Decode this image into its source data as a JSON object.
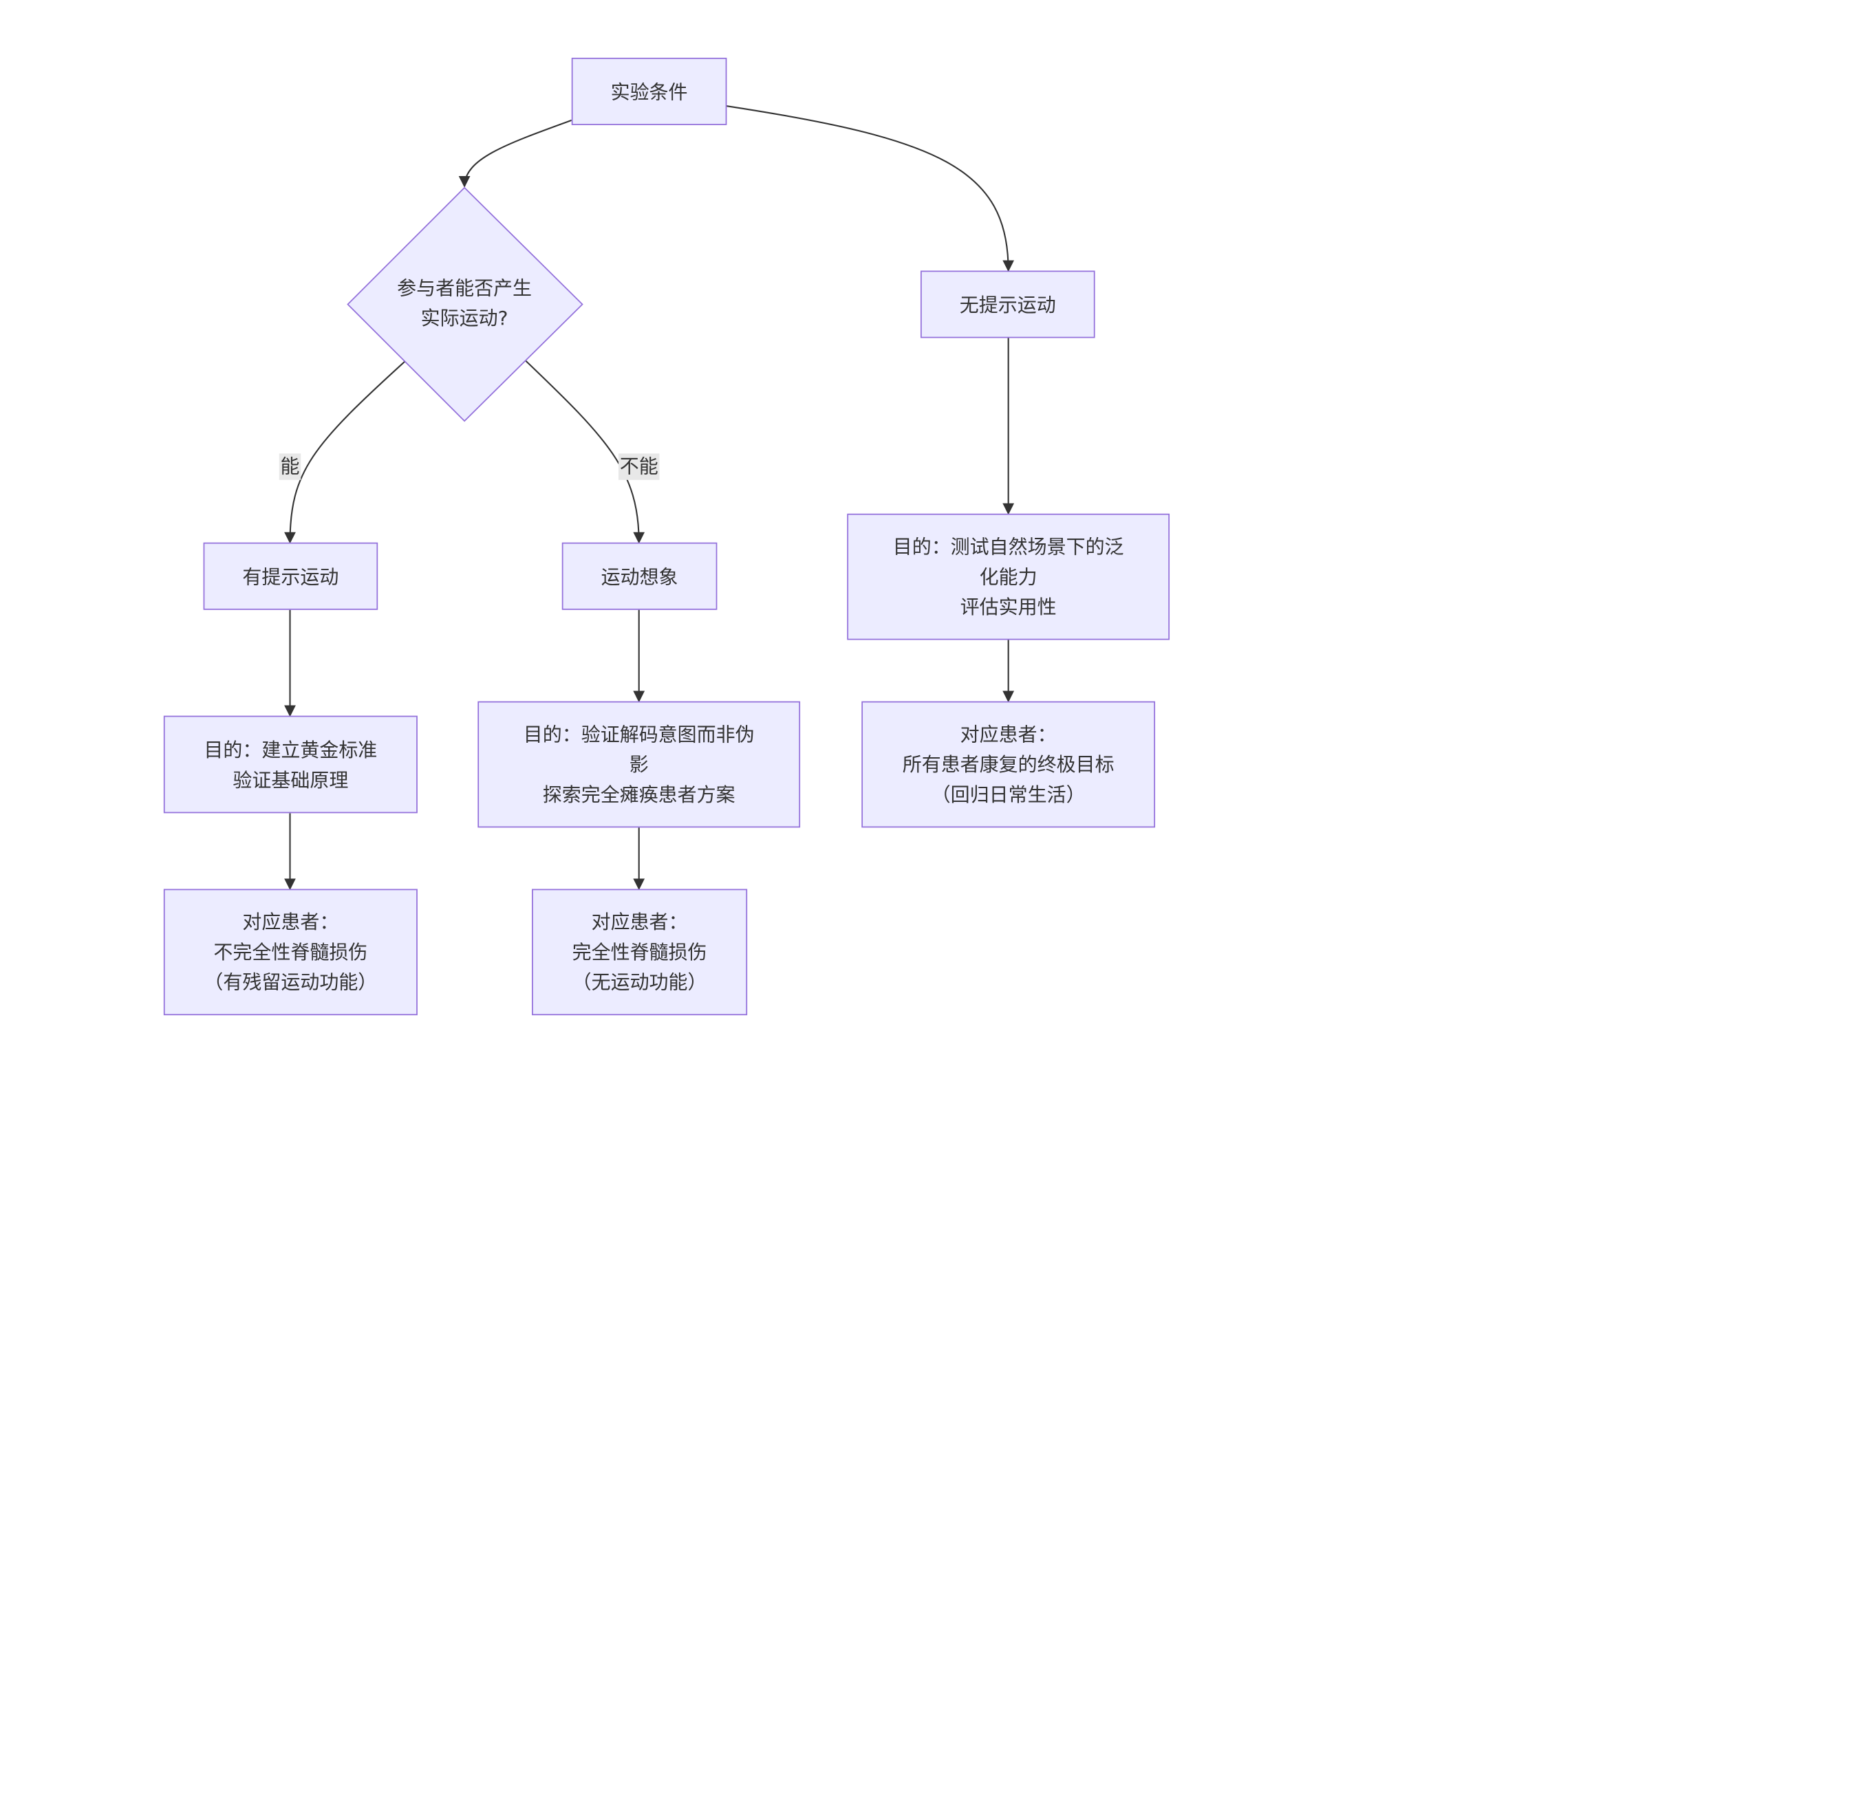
{
  "nodes": {
    "experiment_conditions": "实验条件",
    "decision": "参与者能否产生\n实际运动?",
    "no_cue": "无提示运动",
    "cued": "有提示运动",
    "imagery": "运动想象",
    "cued_purpose": "目的：建立黄金标准\n验证基础原理",
    "imagery_purpose": "目的：验证解码意图而非伪\n影\n探索完全瘫痪患者方案",
    "no_cue_purpose": "目的：测试自然场景下的泛\n化能力\n评估实用性",
    "cued_patients": "对应患者：\n不完全性脊髓损伤\n（有残留运动功能）",
    "imagery_patients": "对应患者：\n完全性脊髓损伤\n（无运动功能）",
    "no_cue_patients": "对应患者：\n所有患者康复的终极目标\n（回归日常生活）"
  },
  "edge_labels": {
    "yes": "能",
    "no": "不能"
  },
  "colors": {
    "node_fill": "#ECECFF",
    "node_border": "#9370DB",
    "edge": "#333333",
    "text": "#333333",
    "edge_label_bg": "#e8e8e8"
  }
}
